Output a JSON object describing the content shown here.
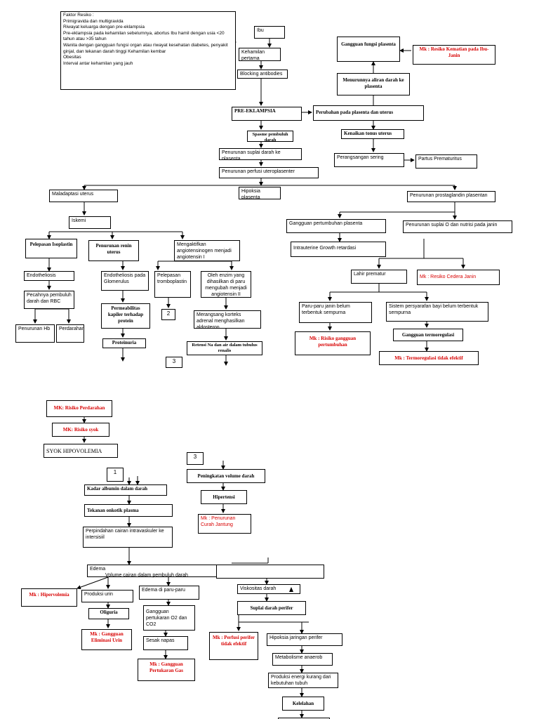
{
  "nodes": {
    "faktor_resiko": "Faktor Resiko :\nPrimigravida dan multigravida\nRiwayat keluarga dengan pre-eklampsia\nPre-eklampsia pada kehamilan sebelumnya, abortus Ibu hamil dengan usia <20 tahun atau >35 tahun\nWanita dengan gangguan fungsi organ atau riwayat kesehatan diabetes, penyakit ginjal, dan tekanan darah tinggi Kehamilan kembar\nObesitas\nInterval antar kehamilan yang jauh",
    "ibu": "Ibu",
    "kehamilan_pertama": "Kehamilan pertama",
    "blocking_antibodies": "Blocking antibodies",
    "pre_eklampsia": "PRE-EKLAMPSIA",
    "gangguan_fungsi_plasenta": "Gangguan fungsi plasenta",
    "mk_kematian_janin": "Mk : Resiko Kematian pada Ibu-Janin",
    "menurunnya_aliran": "Menurunnya aliran darah ke plasenta",
    "perubahan_plasenta": "Perubahan pada plasenta dan uterus",
    "kenaikan_tonus": "Kenaikan tonus uterus",
    "perangsangan": "Perangsangan sering",
    "partus_prematuritus": "Partus Prematuritus",
    "spasme": "Spasme pembuluh darah",
    "penurunan_suplai": "Penurunan suplai darah ke plasenta",
    "penurunan_perfusi": "Penurunan perfusi uteroplasenter",
    "maladaptasi": "Maladaptasi uterus",
    "hipoksia_plasenta": "Hipoksia plasenta",
    "penurunan_prostaglandin": "Penurunan prostaglandin plasentan",
    "iskemi": "Iskemi",
    "gangguan_pertumbuhan": "Gangguan pertumbuhan plasenta",
    "penurunan_suplai_o": "Penurunan suplai O dan nutrisi pada janin",
    "pelepasan_isoplastin": "Pelepasan Isoplastin",
    "penurunan_renin": "Penurunan renin uterus",
    "mengaktifkan": "Mengaktifkan angiotensinogen menjadi angiotensin I",
    "iugr": "Intrauterine Growth retardasi",
    "endotheliosis": "Endotheliosis",
    "pecahnya_pembuluh": "Pecahnya pembuluh darah dan RBC",
    "penurunan_hb": "Penurunan Hb",
    "perdarahan": "Perdarahan",
    "endotheliosis_glomerulus": "Endotheliosis pada Glomerulus",
    "permeabilitas": "Permeabilitas kapiler terhadap protein",
    "proteinuria": "Proteinuria",
    "pelepasan_tromboplastin": "Pelepasan tromboplastin",
    "box_2": "2",
    "oleh_enzim": "Oleh enzim yang dihasilkan di paru mengubah menjadi angiotensin II",
    "merangsang": "Merangsang korteks adrenal menghasilkan aldosteron",
    "retensi": "Retensi Na dan air dalam tubulus renalis",
    "box_3a": "3",
    "lahir_prematur": "Lahir prematur",
    "mk_cedera": "Mk : Resiko Cedera Janin",
    "paru_paru": "Paru-paru janin belum terbentuk sempurna",
    "sistem_persyarafan": "Sistem persyarafan bayi belum terbentuk sempurna",
    "mk_gangguan_pertumbuhan": "Mk : Risiko gangguan pertumbuhan",
    "gangguan_termoregulasi": "Gangguan termoregulasi",
    "mk_termoregulasi": "Mk : Termoregulasi tidak efektif",
    "mk_perdarahan": "MK: Risiko Perdarahan",
    "mk_syok": "MK: Risiko syok",
    "syok": "SYOK HIPOVOLEMIA",
    "box_1": "1",
    "box_3b": "3",
    "kadar_albumin": "Kadar albumin dalam darah",
    "peningkatan_volume": "Peningkatan volume darah",
    "tekanan_onkotik": "Tekanan onkotik plasma",
    "hipertensi": "Hipertensi",
    "perpindahan": "Perpindahan cairan intravaskuler ke intersisiil",
    "mk_curah": "Mk : Penurunan Curah Jantung",
    "edema": "Edema",
    "volume_cairan": "Volume cairan dalam pembuluh darah",
    "mk_hipervolemia": "Mk : Hipervolemia",
    "produksi_urin": "Produksi urin",
    "edema_paru": "Edema di paru-paru",
    "viskositas": "Viskositas darah",
    "oliguria": "Oliguria",
    "gangguan_pertukaran": "Gangguan pertukaran O2 dan CO2",
    "suplai_perifer": "Suplai darah perifer",
    "mk_eliminasi": "Mk : Gangguan Eliminasi Urin",
    "sesak_napas": "Sesak napas",
    "mk_perfusi": "Mk : Perfusi perifer tidak efektif",
    "hipoksia_jaringan": "Hipoksia jaringan perifer",
    "metabolisme": "Metabolisme anaerob",
    "mk_pertukaran_gas": "Mk : Gangguan Pertukaran Gas",
    "produksi_energi": "Produksi energi kurang dari kebutuhan tubuh",
    "kelelahan": "Kelelahan"
  }
}
